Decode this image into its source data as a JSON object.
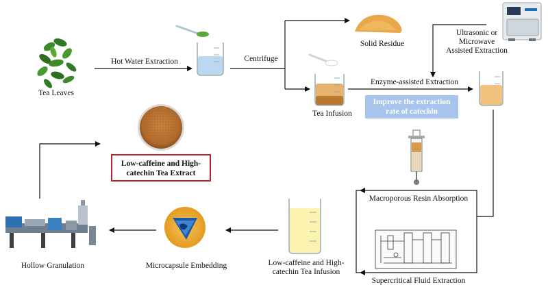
{
  "labels": {
    "tea_leaves": "Tea Leaves",
    "hot_water_extraction": "Hot Water Extraction",
    "centrifuge": "Centrifuge",
    "solid_residue": "Solid Residue",
    "ultrasonic_line1": "Ultrasonic or",
    "ultrasonic_line2": "Microwave",
    "ultrasonic_line3": "Assisted Extraction",
    "tea_infusion": "Tea Infusion",
    "enzyme_assisted_extraction": "Enzyme-assisted Extraction",
    "improve_line1": "Improve the extraction",
    "improve_line2": "rate of catechin",
    "macroporous_resin_absorption": "Macroporous Resin Absorption",
    "supercritical_fluid_extraction": "Supercritical Fluid Extraction",
    "low_caffeine_infusion_line1": "Low-caffeine and High-",
    "low_caffeine_infusion_line2": "catechin Tea Infusion",
    "microcapsule_embedding": "Microcapsule Embedding",
    "hollow_granulation": "Hollow Granulation",
    "extract_line1": "Low-caffeine and High-",
    "extract_line2": "catechin Tea Extract"
  },
  "colors": {
    "highlight_bg": "#a9c4ec",
    "extract_border": "#b5262b",
    "arrow": "#111111"
  }
}
